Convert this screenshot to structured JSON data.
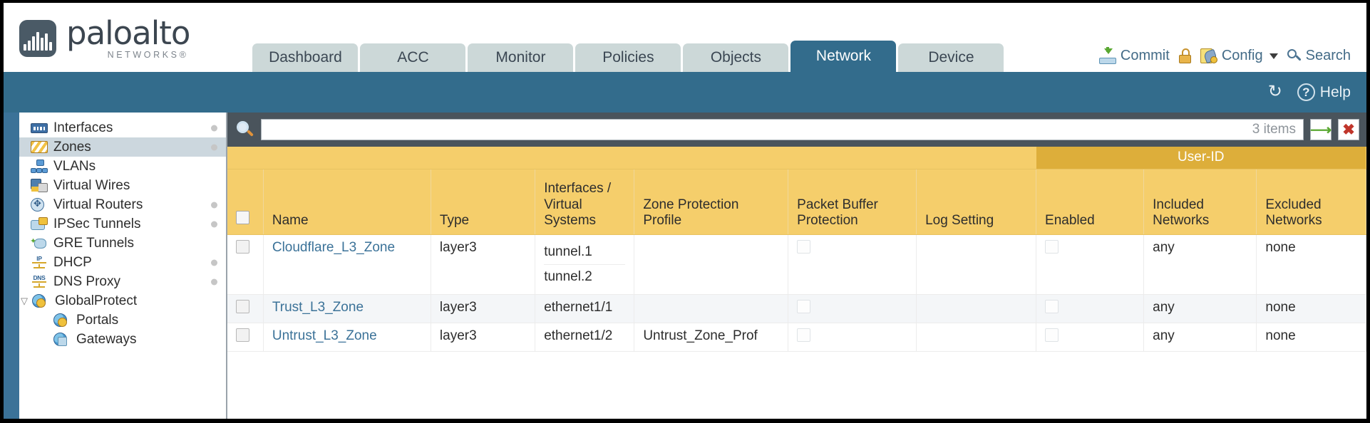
{
  "brand": {
    "name": "paloalto",
    "sub": "NETWORKS®"
  },
  "tabs": [
    {
      "label": "Dashboard",
      "active": false
    },
    {
      "label": "ACC",
      "active": false
    },
    {
      "label": "Monitor",
      "active": false
    },
    {
      "label": "Policies",
      "active": false
    },
    {
      "label": "Objects",
      "active": false
    },
    {
      "label": "Network",
      "active": true
    },
    {
      "label": "Device",
      "active": false
    }
  ],
  "top_actions": {
    "commit_label": "Commit",
    "lock_icon": "padlock-icon",
    "config_label": "Config",
    "search_label": "Search"
  },
  "bluebar": {
    "refresh_icon": "refresh-icon",
    "help_label": "Help"
  },
  "sidebar": {
    "items": [
      {
        "label": "Interfaces",
        "icon": "interfaces-icon",
        "dot": true,
        "selected": false,
        "child": false,
        "twisty": ""
      },
      {
        "label": "Zones",
        "icon": "zones-icon",
        "dot": true,
        "selected": true,
        "child": false,
        "twisty": ""
      },
      {
        "label": "VLANs",
        "icon": "vlans-icon",
        "dot": false,
        "selected": false,
        "child": false,
        "twisty": ""
      },
      {
        "label": "Virtual Wires",
        "icon": "virtual-wires-icon",
        "dot": false,
        "selected": false,
        "child": false,
        "twisty": ""
      },
      {
        "label": "Virtual Routers",
        "icon": "virtual-routers-icon",
        "dot": true,
        "selected": false,
        "child": false,
        "twisty": ""
      },
      {
        "label": "IPSec Tunnels",
        "icon": "ipsec-tunnels-icon",
        "dot": true,
        "selected": false,
        "child": false,
        "twisty": ""
      },
      {
        "label": "GRE Tunnels",
        "icon": "gre-tunnels-icon",
        "dot": false,
        "selected": false,
        "child": false,
        "twisty": ""
      },
      {
        "label": "DHCP",
        "icon": "dhcp-icon",
        "dot": true,
        "selected": false,
        "child": false,
        "twisty": ""
      },
      {
        "label": "DNS Proxy",
        "icon": "dns-proxy-icon",
        "dot": true,
        "selected": false,
        "child": false,
        "twisty": ""
      },
      {
        "label": "GlobalProtect",
        "icon": "globalprotect-icon",
        "dot": false,
        "selected": false,
        "child": false,
        "twisty": "▽"
      },
      {
        "label": "Portals",
        "icon": "portals-icon",
        "dot": false,
        "selected": false,
        "child": true,
        "twisty": ""
      },
      {
        "label": "Gateways",
        "icon": "gateways-icon",
        "dot": false,
        "selected": false,
        "child": true,
        "twisty": ""
      }
    ]
  },
  "search": {
    "value": "",
    "placeholder": "",
    "count_label": "3 items",
    "apply_icon": "arrow-right-icon",
    "clear_icon": "close-icon"
  },
  "table": {
    "group_header": "User-ID",
    "columns": [
      "Name",
      "Type",
      "Interfaces / Virtual Systems",
      "Zone Protection Profile",
      "Packet Buffer Protection",
      "Log Setting",
      "Enabled",
      "Included Networks",
      "Excluded Networks"
    ],
    "rows": [
      {
        "selected": false,
        "name": "Cloudflare_L3_Zone",
        "type": "layer3",
        "interfaces": [
          "tunnel.1",
          "tunnel.2"
        ],
        "zone_protection_profile": "",
        "packet_buffer_protection": false,
        "log_setting": "",
        "userid_enabled": false,
        "included_networks": "any",
        "excluded_networks": "none"
      },
      {
        "selected": false,
        "name": "Trust_L3_Zone",
        "type": "layer3",
        "interfaces": [
          "ethernet1/1"
        ],
        "zone_protection_profile": "",
        "packet_buffer_protection": false,
        "log_setting": "",
        "userid_enabled": false,
        "included_networks": "any",
        "excluded_networks": "none"
      },
      {
        "selected": false,
        "name": "Untrust_L3_Zone",
        "type": "layer3",
        "interfaces": [
          "ethernet1/2"
        ],
        "zone_protection_profile": "Untrust_Zone_Prof",
        "packet_buffer_protection": false,
        "log_setting": "",
        "userid_enabled": false,
        "included_networks": "any",
        "excluded_networks": "none"
      }
    ]
  },
  "colors": {
    "accent_blue": "#336c8c",
    "rail_blue": "#3b7298",
    "header_gold": "#f5ce6b",
    "group_gold": "#ddae3a",
    "link_blue": "#3b7298",
    "search_bg": "#4a545c",
    "tab_inactive": "#ccd8d8"
  }
}
